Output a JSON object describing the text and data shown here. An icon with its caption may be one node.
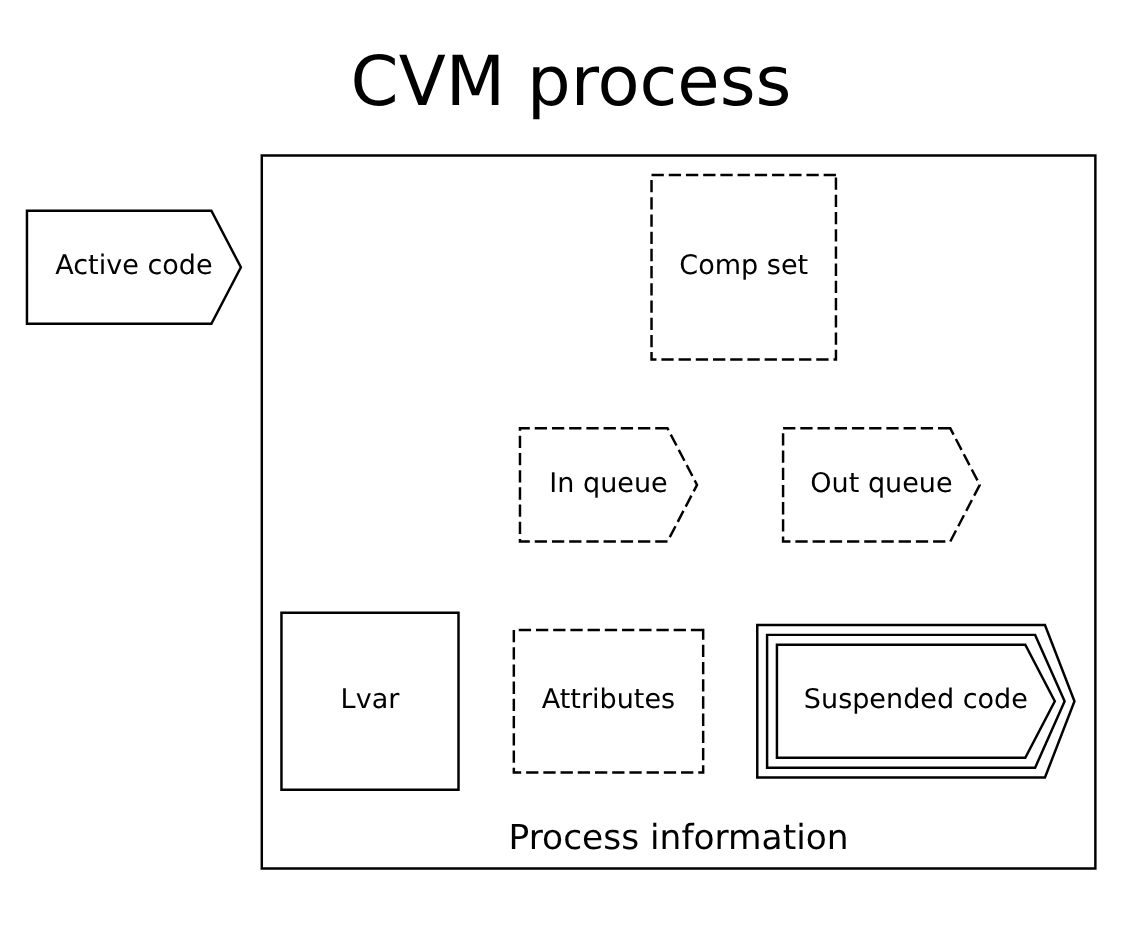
{
  "diagram": {
    "title": "CVM process",
    "nodes": [
      {
        "text": [
          "Active code"
        ]
      },
      {
        "text": [
          "Process information"
        ]
      },
      {
        "text": [
          "Comp set"
        ],
        "in": 1
      },
      {
        "text": [
          "In queue"
        ],
        "in": 1
      },
      {
        "text": [
          "Out queue"
        ],
        "in": 1
      },
      {
        "text": [
          "Lvar"
        ],
        "in": 1
      },
      {
        "text": [
          "Attributes"
        ],
        "in": 1
      },
      {
        "text": [
          "Suspended code"
        ],
        "in": 1
      }
    ],
    "edges": []
  }
}
